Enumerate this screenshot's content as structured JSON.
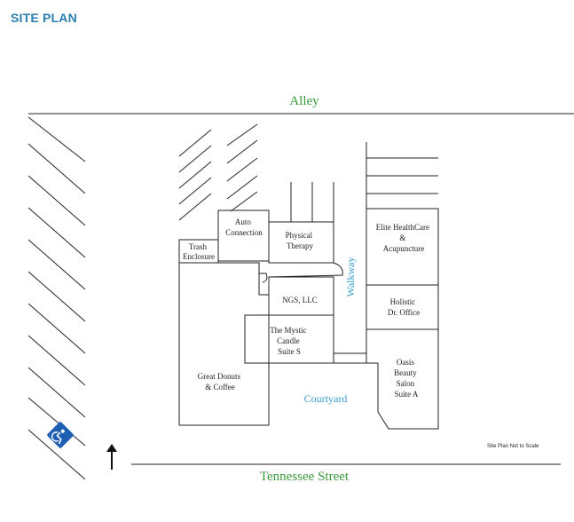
{
  "title": "SITE PLAN",
  "streets": {
    "alley": "Alley",
    "tennessee": "Tennessee Street"
  },
  "areas": {
    "walkway": "Walkway",
    "courtyard": "Courtyard"
  },
  "units": {
    "trash_enclosure": [
      "Trash",
      "Enclosure"
    ],
    "auto_connection": [
      "Auto",
      "Connection"
    ],
    "physical_therapy": [
      "Physical",
      "Therapy"
    ],
    "ngs": [
      "NGS, LLC"
    ],
    "mystic_candle": [
      "The Mystic",
      "Candle",
      "Suite S"
    ],
    "great_donuts": [
      "Great Donuts",
      "& Coffee"
    ],
    "elite_healthcare": [
      "Elite HealthCare",
      "&",
      "Acupuncture"
    ],
    "holistic": [
      "Holistic",
      "Dr. Office"
    ],
    "oasis": [
      "Oasis",
      "Beauty",
      "Salon",
      "Suite A"
    ]
  },
  "note": "Site Plan Not to Scale",
  "icons": {
    "accessibility": "wheelchair-icon",
    "north_arrow": "north-arrow-icon"
  },
  "colors": {
    "title": "#2a7fb0",
    "street_label": "#3a9a3a",
    "area_label": "#3a9fc8",
    "accessible_sign": "#1e5fb4"
  }
}
